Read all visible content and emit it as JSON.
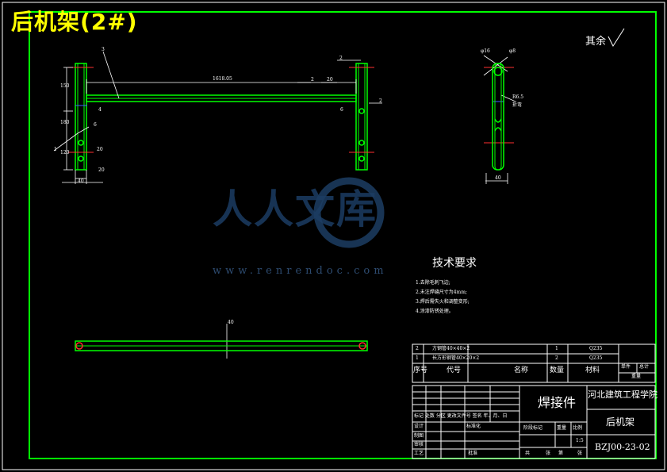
{
  "sheet_title": "后机架(2#)",
  "roughness_note": "其余",
  "watermark": {
    "text": "人人文库",
    "url": "www.renrendoc.com"
  },
  "dimensions": {
    "top_length": "1618.05",
    "dim_20_left": "20",
    "dim_20_right": "20",
    "dim_20_bottom": "20",
    "dim_40_bottom": "40",
    "dim_40_right": "40",
    "dim_40_beam": "40",
    "dim_150": "150",
    "dim_180": "180",
    "dim_120": "120",
    "dim_2a": "2",
    "dim_2b": "2",
    "dim_2c": "2",
    "dim_1": "1",
    "dim_3": "3",
    "dim_4": "4",
    "dim_6a": "6",
    "dim_6b": "6",
    "dim_phi6": "φ16",
    "dim_r": "R6.5",
    "dim_hole": "φ8",
    "bend_note": "折弯"
  },
  "tech_requirements": {
    "heading": "技术要求",
    "items": [
      "1.去除毛刺飞边;",
      "2.未注焊缝尺寸为4mm;",
      "3.焊后需失火和调整变形;",
      "4.涂漆防锈处理。"
    ]
  },
  "bom": {
    "rows": [
      {
        "no": "2",
        "code": "方钢管40×40×2",
        "qty": "1",
        "material": "Q235"
      },
      {
        "no": "1",
        "code": "长方形钢管40×20×2",
        "qty": "2",
        "material": "Q235"
      }
    ],
    "headers": {
      "no": "序号",
      "code": "代号",
      "name": "名称",
      "qty": "数量",
      "material": "材料",
      "unit_weight": "单件",
      "total_weight": "总计",
      "weight": "重量"
    }
  },
  "title_block": {
    "part_type": "焊接件",
    "school": "河北建筑工程学院",
    "part_name": "后机架",
    "drawing_no": "BZJ00-23-02",
    "scale": "1:5",
    "mark_row": "标记 处数 分区 更改文件号 签名 年、月、日",
    "design": "设计",
    "standardization": "标准化",
    "draft": "制图",
    "check": "审核",
    "process": "工艺",
    "approve": "批准",
    "stage_mark": "阶段标记",
    "weight_label": "重量",
    "scale_label": "比例",
    "sheet_total": "共",
    "sheet_label": "张",
    "sheet_no": "第",
    "sheet_label2": "张"
  }
}
